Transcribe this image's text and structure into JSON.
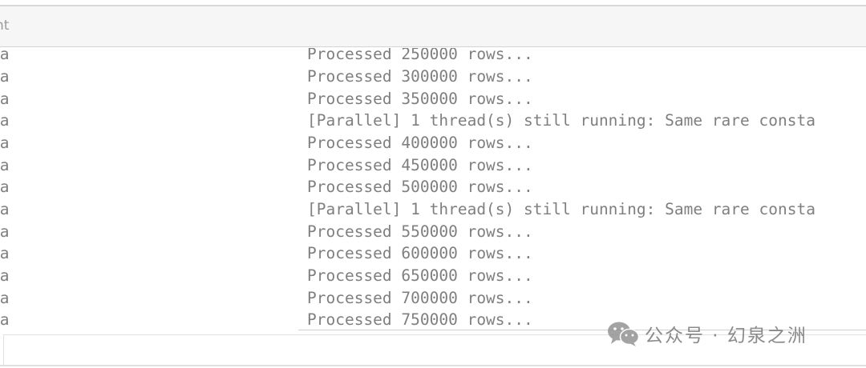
{
  "header": {
    "column_label": "nt"
  },
  "log": {
    "rows": [
      {
        "source": "ra",
        "message": "Processed 250000 rows..."
      },
      {
        "source": "ra",
        "message": "Processed 300000 rows..."
      },
      {
        "source": "ra",
        "message": "Processed 350000 rows..."
      },
      {
        "source": "ra",
        "message": "[Parallel] 1 thread(s) still running: Same rare consta"
      },
      {
        "source": "ra",
        "message": "Processed 400000 rows..."
      },
      {
        "source": "ra",
        "message": "Processed 450000 rows..."
      },
      {
        "source": "ra",
        "message": "Processed 500000 rows..."
      },
      {
        "source": "ra",
        "message": "[Parallel] 1 thread(s) still running: Same rare consta"
      },
      {
        "source": "ra",
        "message": "Processed 550000 rows..."
      },
      {
        "source": "ra",
        "message": "Processed 600000 rows..."
      },
      {
        "source": "ra",
        "message": "Processed 650000 rows..."
      },
      {
        "source": "ra",
        "message": "Processed 700000 rows..."
      },
      {
        "source": "ra",
        "message": "Processed 750000 rows..."
      }
    ]
  },
  "watermark": {
    "text": "公众号 · 幻泉之洲",
    "icon": "wechat-icon"
  },
  "colors": {
    "text": "#7f7f7f",
    "header_bg": "#f6f6f6",
    "border": "#d4d4d4"
  }
}
